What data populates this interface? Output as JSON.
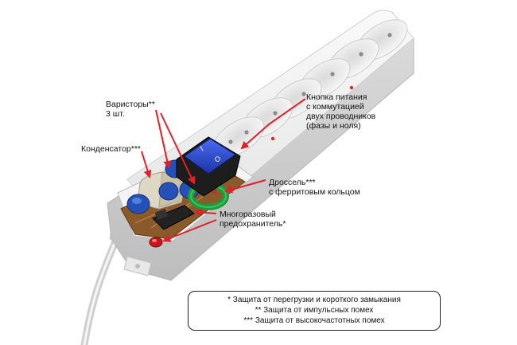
{
  "labels": {
    "varistors": "Варисторы**\n3 шт.",
    "condenser": "Конденсатор***",
    "power_button": "Кнопка питания\nс коммутацией\nдвух проводников\n(фазы и ноля)",
    "choke": "Дроссель***\nс ферритовым кольцом",
    "fuse": "Многоразовый\nпредохранитель*"
  },
  "switch_marks": {
    "on": "I",
    "off": "O"
  },
  "footnotes": [
    "* Защита от перегрузки и короткого замыкания",
    "** Защита от импульсных помех",
    "*** Защита от высокочастотных помех"
  ],
  "colors": {
    "arrow": "#e0202a",
    "housing": "#ececec",
    "switch": "#2d4fd6",
    "pcb": "#8a5a2a",
    "capacitor": "#2450b8",
    "varistor": "#ddd8c4",
    "choke_ring": "#1e9b3c",
    "coil": "#c0302a"
  }
}
